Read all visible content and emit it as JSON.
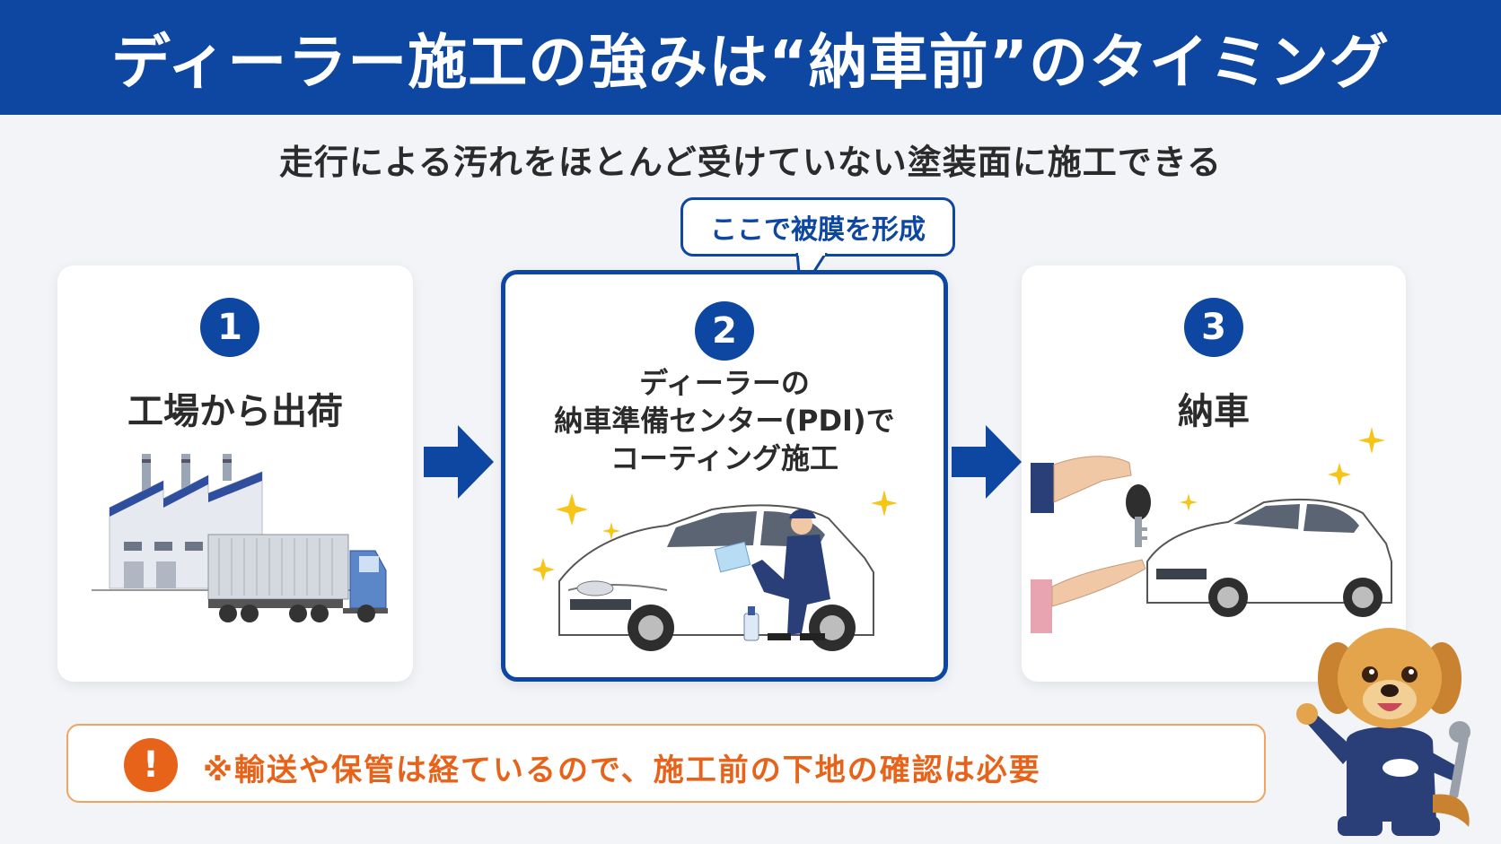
{
  "header": {
    "title": "ディーラー施工の強みは“納車前”のタイミング"
  },
  "subtitle": "走行による汚れをほとんど受けていない塗装面に施工できる",
  "callout": "ここで被膜を形成",
  "steps": [
    {
      "number": "1",
      "title": "工場から出荷"
    },
    {
      "number": "2",
      "title_lines": [
        "ディーラーの",
        "納車準備センター(PDI)で",
        "コーティング施工"
      ]
    },
    {
      "number": "3",
      "title": "納車"
    }
  ],
  "note": {
    "icon": "exclamation-icon",
    "text": "※輸送や保管は経ているので、施工前の下地の確認は必要"
  },
  "colors": {
    "primary": "#0d47a1",
    "accent": "#e8631a",
    "note_border": "#f0a460"
  }
}
